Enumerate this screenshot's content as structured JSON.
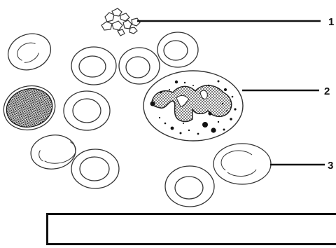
{
  "diagram": {
    "labels": [
      {
        "id": "platelets",
        "text": "1"
      },
      {
        "id": "white-blood-cell",
        "text": "2"
      },
      {
        "id": "red-blood-cell",
        "text": "3"
      }
    ],
    "answer_box": {
      "text": ""
    }
  }
}
